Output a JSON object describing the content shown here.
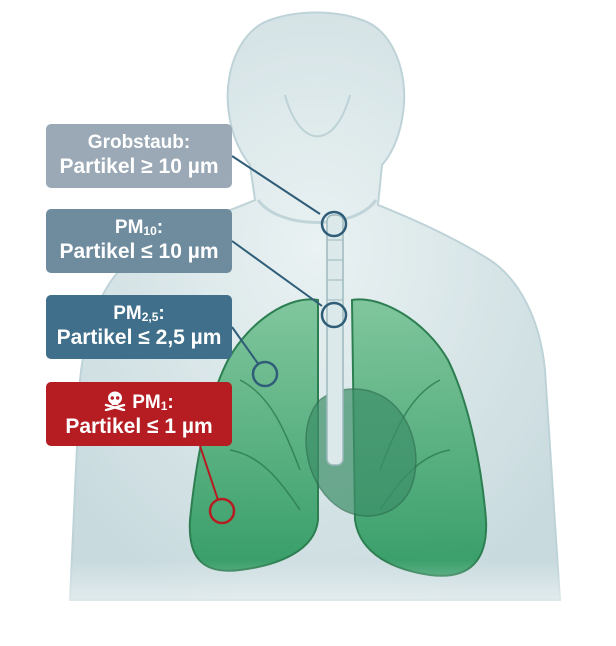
{
  "labels": {
    "coarse": {
      "line1": "Grobstaub:",
      "line2": "Partikel ≥ 10 µm",
      "color": "#9aa9b5"
    },
    "pm10": {
      "prefix": "PM",
      "sub": "10",
      "suffix": ":",
      "line2": "Partikel ≤ 10 µm",
      "color": "#6f8b9e"
    },
    "pm25": {
      "prefix": "PM",
      "sub": "2,5",
      "suffix": ":",
      "line2": "Partikel ≤ 2,5 µm",
      "color": "#3f6f8a"
    },
    "pm1": {
      "prefix": "PM",
      "sub": "1",
      "suffix": ":",
      "line2": "Partikel ≤ 1 µm",
      "color": "#b51d22",
      "icon": "skull-crossbones-icon"
    }
  },
  "colors": {
    "lung": "#3fa06c",
    "body": "#c9dde0",
    "connector_blue": "#2f5d78",
    "connector_red": "#b51d22"
  }
}
